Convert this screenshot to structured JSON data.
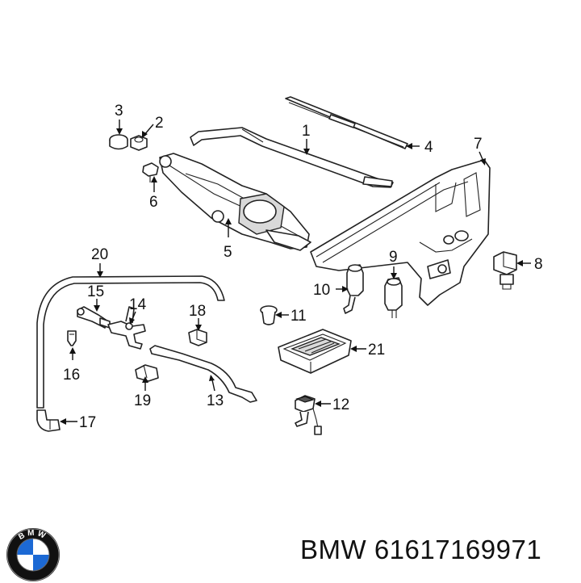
{
  "callouts": [
    {
      "id": "1",
      "label": "1"
    },
    {
      "id": "2",
      "label": "2"
    },
    {
      "id": "3",
      "label": "3"
    },
    {
      "id": "4",
      "label": "4"
    },
    {
      "id": "5",
      "label": "5"
    },
    {
      "id": "6",
      "label": "6"
    },
    {
      "id": "7",
      "label": "7"
    },
    {
      "id": "8",
      "label": "8"
    },
    {
      "id": "9",
      "label": "9"
    },
    {
      "id": "10",
      "label": "10"
    },
    {
      "id": "11",
      "label": "11"
    },
    {
      "id": "12",
      "label": "12"
    },
    {
      "id": "13",
      "label": "13"
    },
    {
      "id": "14",
      "label": "14"
    },
    {
      "id": "15",
      "label": "15"
    },
    {
      "id": "16",
      "label": "16"
    },
    {
      "id": "17",
      "label": "17"
    },
    {
      "id": "18",
      "label": "18"
    },
    {
      "id": "19",
      "label": "19"
    },
    {
      "id": "20",
      "label": "20"
    },
    {
      "id": "21",
      "label": "21"
    }
  ],
  "footer": {
    "part_number": "BMW 61617169971",
    "logo_text": "BMW"
  },
  "colors": {
    "logo_blue": "#1c69d4",
    "logo_ring": "#111111",
    "background": "#ffffff"
  }
}
